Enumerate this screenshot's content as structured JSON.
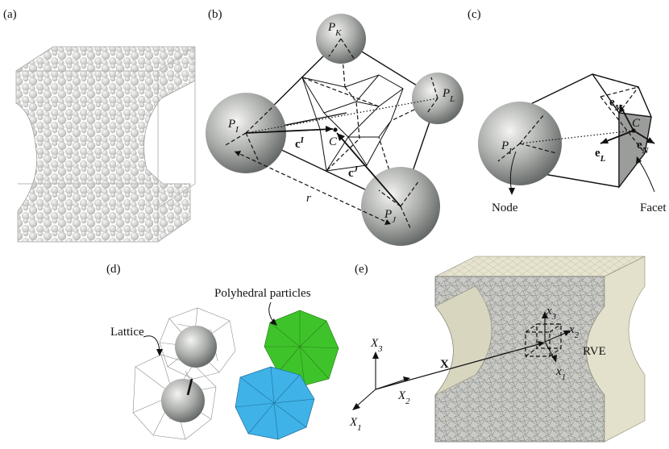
{
  "panels": {
    "a": {
      "label": "(a)"
    },
    "b": {
      "label": "(b)",
      "particle_PK": "P_K",
      "particle_PL": "P_L",
      "particle_PI": "P_I",
      "particle_PJ": "P_J",
      "vector_cI": "c^I",
      "vector_cJ": "c^J",
      "point_C": "C",
      "distance_r": "r"
    },
    "c": {
      "label": "(c)",
      "particle_PI": "P_I",
      "vec_eM": "e_M",
      "vec_eL": "e_L",
      "vec_eN": "e_N",
      "point_C": "C",
      "node": "Node",
      "facet": "Facet"
    },
    "d": {
      "label": "(d)",
      "lattice": "Lattice",
      "polyhedral": "Polyhedral particles",
      "colors": {
        "green": "#3ec42a",
        "blue": "#3fb2e8"
      }
    },
    "e": {
      "label": "(e)",
      "axis_X1": "X_1",
      "axis_X2": "X_2",
      "axis_X3": "X_3",
      "vec_X": "X",
      "local_x1": "x_1",
      "local_x2": "x_2",
      "local_x3": "x_3",
      "rve": "RVE"
    }
  }
}
